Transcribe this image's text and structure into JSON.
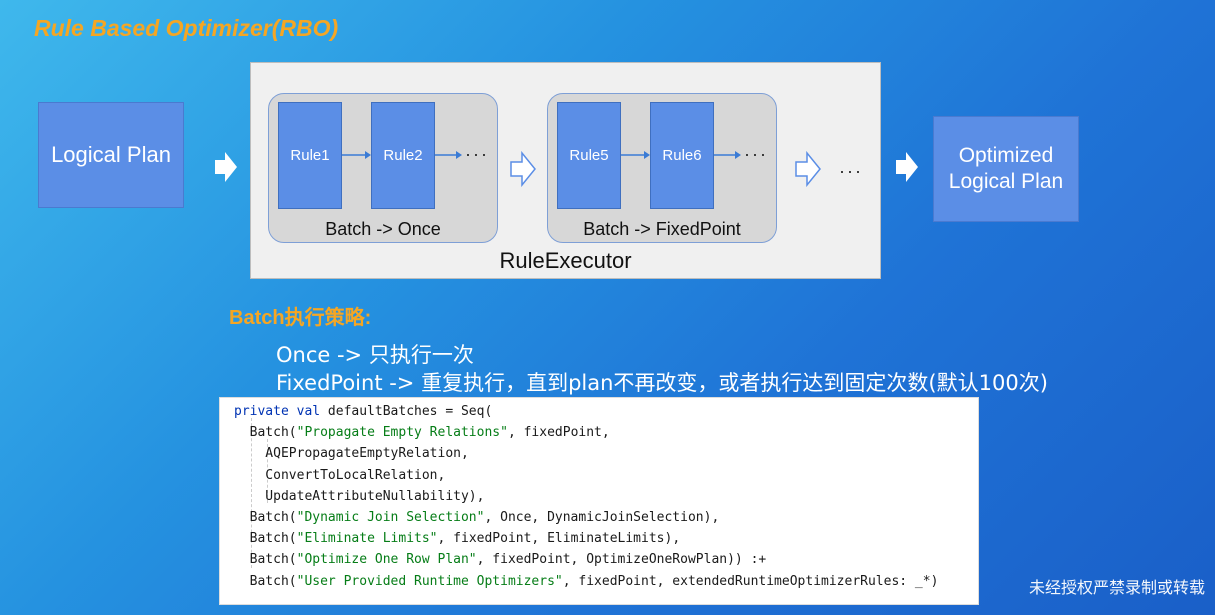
{
  "title": "Rule Based Optimizer(RBO)",
  "logical_plan": "Logical Plan",
  "optimized_plan": {
    "line1": "Optimized",
    "line2": "Logical Plan"
  },
  "batches": [
    {
      "rules": [
        "Rule1",
        "Rule2"
      ],
      "dots": "···",
      "label": "Batch -> Once"
    },
    {
      "rules": [
        "Rule5",
        "Rule6"
      ],
      "dots": "···",
      "label": "Batch -> FixedPoint"
    }
  ],
  "between_dots": "···",
  "executor_label": "RuleExecutor",
  "strategy_heading": "Batch执行策略:",
  "strategy_lines": [
    "Once -> 只执行一次",
    "FixedPoint -> 重复执行，直到plan不再改变，或者执行达到固定次数(默认100次)"
  ],
  "code": [
    [
      {
        "k": "kw",
        "t": "private val "
      },
      {
        "k": "",
        "t": "defaultBatches = Seq("
      }
    ],
    [
      {
        "k": "",
        "t": "  Batch("
      },
      {
        "k": "str",
        "t": "\"Propagate Empty Relations\""
      },
      {
        "k": "",
        "t": ", fixedPoint,"
      }
    ],
    [
      {
        "k": "",
        "t": "    AQEPropagateEmptyRelation,"
      }
    ],
    [
      {
        "k": "",
        "t": "    ConvertToLocalRelation,"
      }
    ],
    [
      {
        "k": "",
        "t": "    UpdateAttributeNullability),"
      }
    ],
    [
      {
        "k": "",
        "t": "  Batch("
      },
      {
        "k": "str",
        "t": "\"Dynamic Join Selection\""
      },
      {
        "k": "",
        "t": ", Once, DynamicJoinSelection),"
      }
    ],
    [
      {
        "k": "",
        "t": "  Batch("
      },
      {
        "k": "str",
        "t": "\"Eliminate Limits\""
      },
      {
        "k": "",
        "t": ", fixedPoint, EliminateLimits),"
      }
    ],
    [
      {
        "k": "",
        "t": "  Batch("
      },
      {
        "k": "str",
        "t": "\"Optimize One Row Plan\""
      },
      {
        "k": "",
        "t": ", fixedPoint, OptimizeOneRowPlan)) :+"
      }
    ],
    [
      {
        "k": "",
        "t": "  Batch("
      },
      {
        "k": "str",
        "t": "\"User Provided Runtime Optimizers\""
      },
      {
        "k": "",
        "t": ", fixedPoint, extendedRuntimeOptimizerRules: _*)"
      }
    ]
  ],
  "watermark": "未经授权严禁录制或转载",
  "colors": {
    "title": "#f5a623",
    "box": "#5b8ee6",
    "code_string": "#067d17",
    "code_keyword": "#0033b3"
  }
}
